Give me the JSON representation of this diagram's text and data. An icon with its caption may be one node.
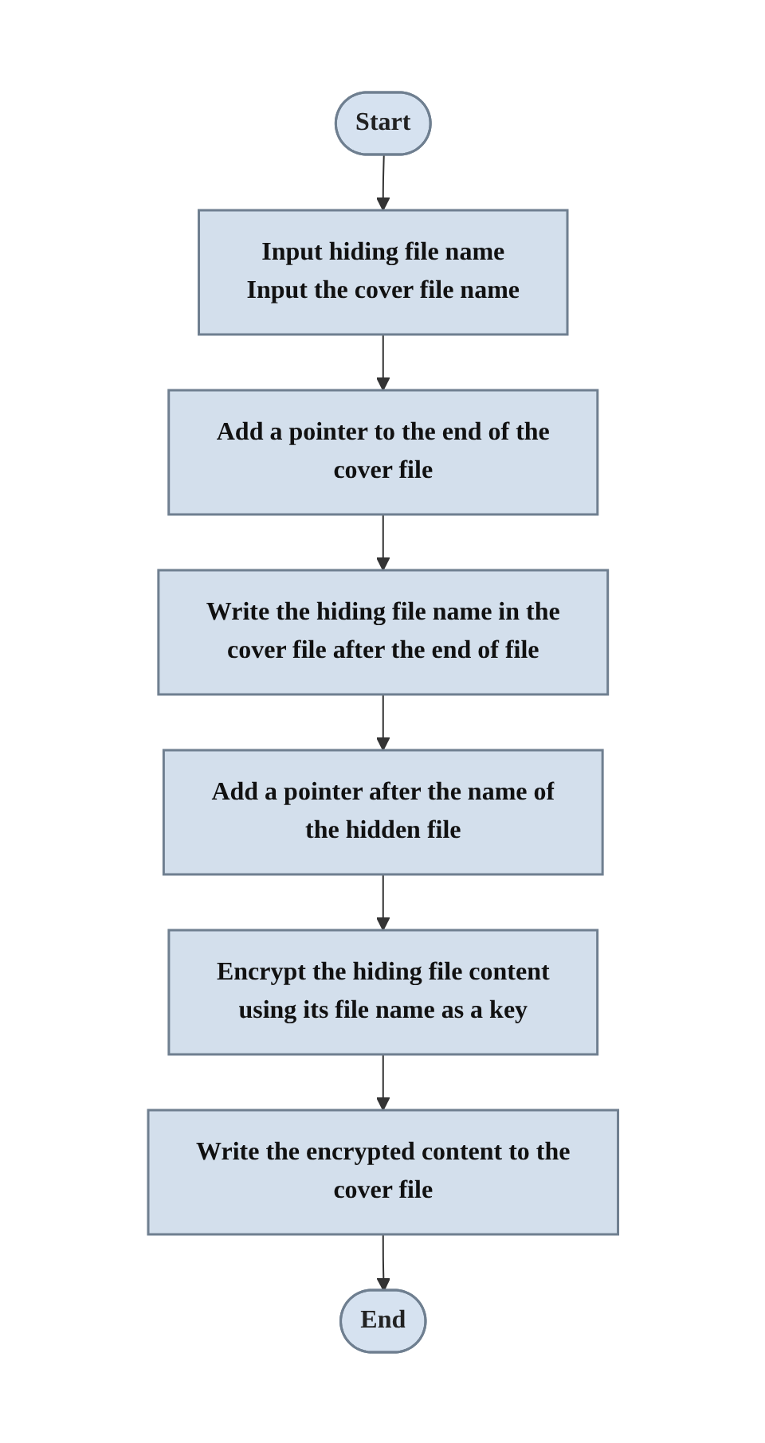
{
  "diagram": {
    "nodes": [
      {
        "text": [
          "Start"
        ]
      },
      {
        "text": [
          "Input hiding file name",
          "Input the cover file name"
        ]
      },
      {
        "text": [
          "Add a pointer to the end of the cover file"
        ]
      },
      {
        "text": [
          "Write the hiding file name in the cover file after the end of file"
        ]
      },
      {
        "text": [
          "Add a pointer after the name of the hidden file"
        ]
      },
      {
        "text": [
          "Encrypt the hiding file content using its file name as a key"
        ]
      },
      {
        "text": [
          "Write the encrypted content to the cover file"
        ]
      },
      {
        "text": [
          "End"
        ]
      }
    ],
    "edges": [
      {
        "from": 0,
        "to": 1,
        "arrow": "to"
      },
      {
        "from": 1,
        "to": 2,
        "arrow": "to"
      },
      {
        "from": 2,
        "to": 3,
        "arrow": "to"
      },
      {
        "from": 3,
        "to": 4,
        "arrow": "to"
      },
      {
        "from": 4,
        "to": 5,
        "arrow": "to"
      },
      {
        "from": 5,
        "to": 6,
        "arrow": "to"
      },
      {
        "from": 6,
        "to": 7,
        "arrow": "to"
      }
    ]
  }
}
